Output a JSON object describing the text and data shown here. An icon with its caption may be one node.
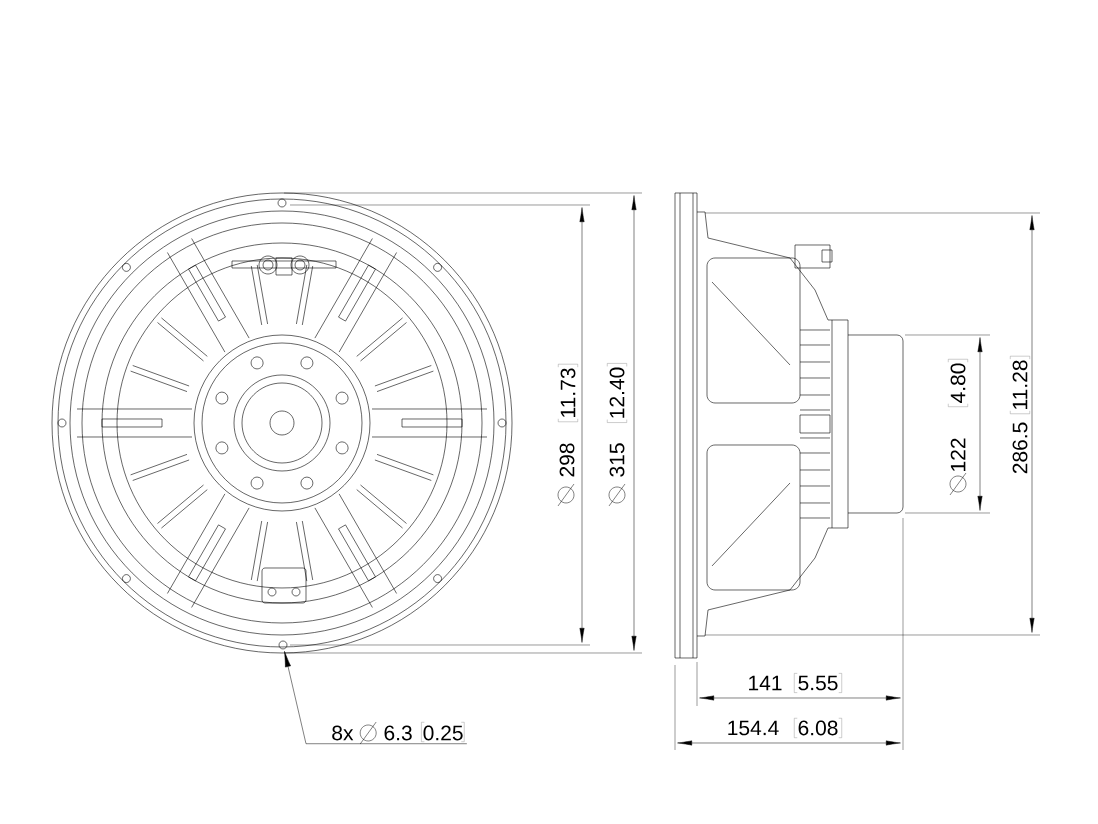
{
  "diagram": {
    "nodes": [
      {
        "text": [
          "8x",
          "6.3",
          "0.25"
        ]
      },
      {
        "text": [],
        "shape": "circle"
      }
    ],
    "edges": [
      {
        "from": 0,
        "to": 1,
        "arrow": "to"
      }
    ],
    "labels": [
      "298",
      "11.73",
      "315",
      "12.40",
      "122",
      "4.80",
      "286.5",
      "11.28",
      "141",
      "5.55",
      "154.4",
      "6.08"
    ]
  }
}
